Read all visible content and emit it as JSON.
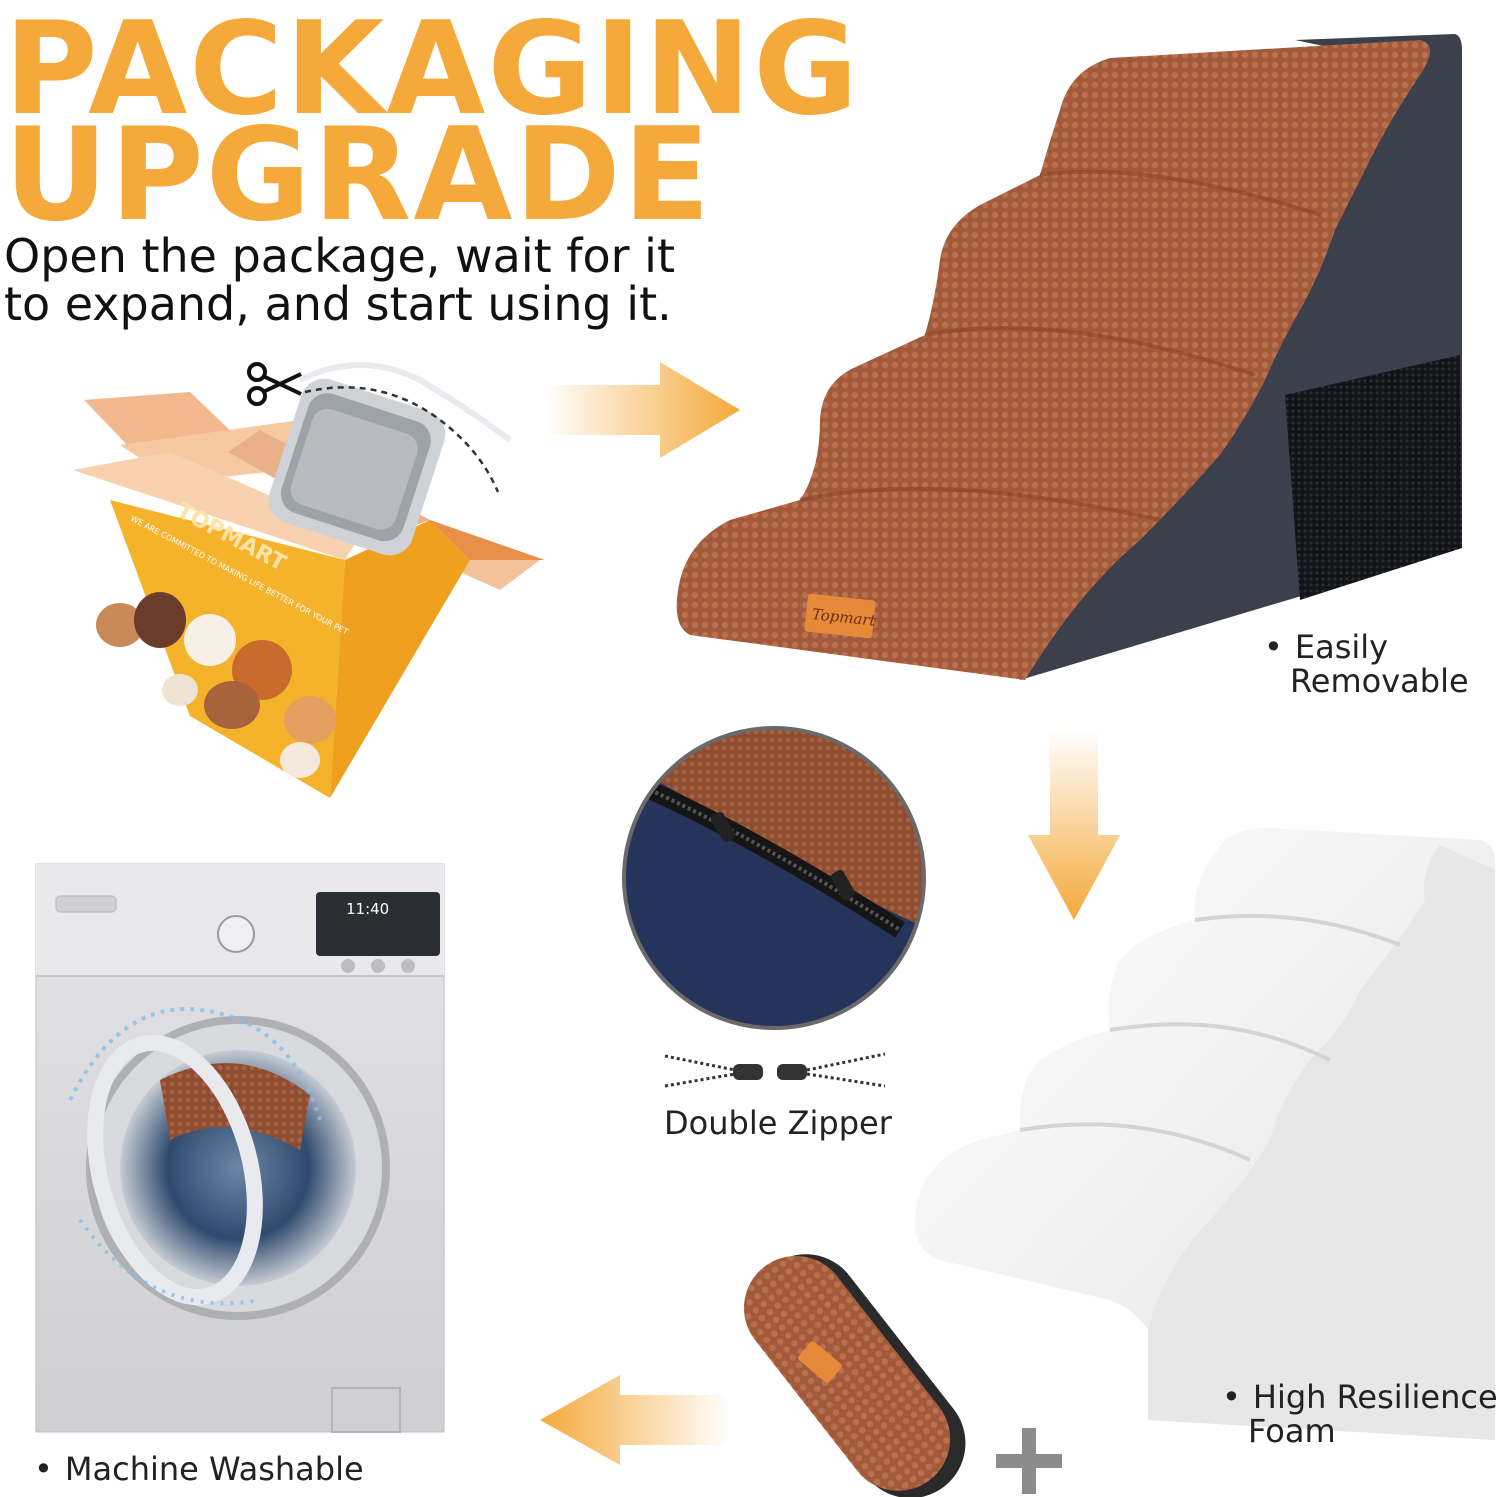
{
  "headline": {
    "line1": "PACKAGING",
    "line2": "UPGRADE"
  },
  "subtitle": "Open the package, wait for it to expand, and start using it.",
  "box": {
    "logo_text": "TOPMART"
  },
  "stairs": {
    "brand_tag": "Topmart"
  },
  "washer": {
    "display_time": "11:40"
  },
  "features": {
    "removable": {
      "line1": "Easily",
      "line2": "Removable"
    },
    "zipper": "Double Zipper",
    "foam": {
      "line1": "High Resilience",
      "line2": "Foam"
    },
    "washable": "Machine Washable"
  },
  "colors": {
    "accent": "#f4a93a",
    "cover_brown": "#a55a3a",
    "side_gray": "#3a3e4a",
    "foam_white": "#f2f2f2"
  },
  "icons": [
    "scissors-icon",
    "arrow-right-icon",
    "arrow-down-icon",
    "arrow-left-icon",
    "plus-icon",
    "zipper-icon"
  ]
}
